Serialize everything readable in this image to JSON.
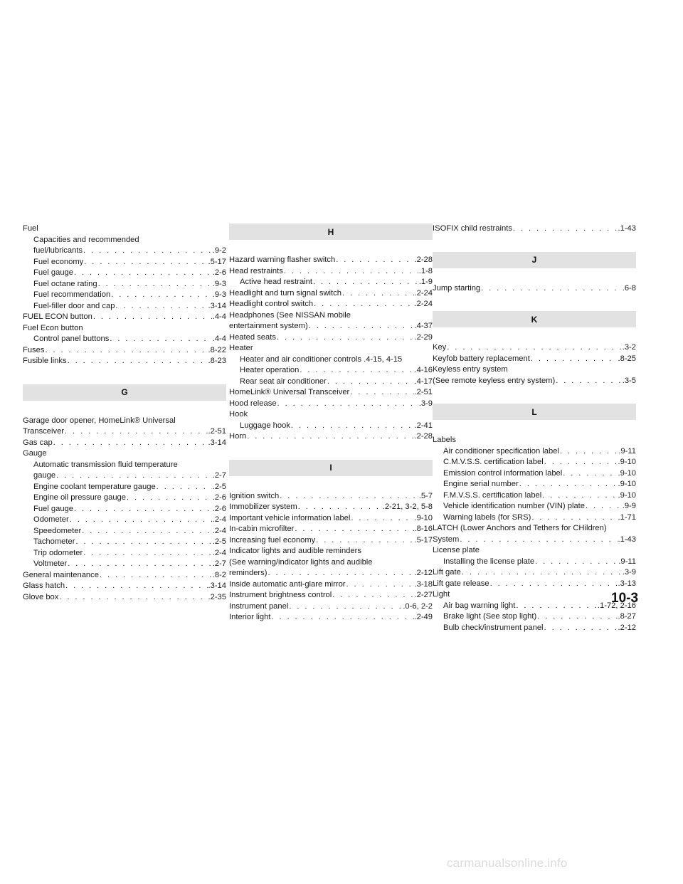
{
  "columns": [
    [
      {
        "type": "entry",
        "level": 1,
        "text": "Fuel",
        "page": ""
      },
      {
        "type": "entry",
        "level": 2,
        "text": "Capacities and recommended",
        "page": ""
      },
      {
        "type": "entry",
        "level": 2,
        "text": "fuel/lubricants",
        "page": ".9-2"
      },
      {
        "type": "entry",
        "level": 2,
        "text": "Fuel economy",
        "page": ".5-17"
      },
      {
        "type": "entry",
        "level": 2,
        "text": "Fuel gauge",
        "page": ".2-6"
      },
      {
        "type": "entry",
        "level": 2,
        "text": "Fuel octane rating",
        "page": ".9-3"
      },
      {
        "type": "entry",
        "level": 2,
        "text": "Fuel recommendation",
        "page": ".9-3"
      },
      {
        "type": "entry",
        "level": 2,
        "text": "Fuel-filler door and cap",
        "page": ".3-14"
      },
      {
        "type": "entry",
        "level": 1,
        "text": "FUEL ECON button",
        "page": ".4-4"
      },
      {
        "type": "entry",
        "level": 1,
        "text": "Fuel Econ button",
        "page": ""
      },
      {
        "type": "entry",
        "level": 2,
        "text": "Control panel buttons",
        "page": ".4-4"
      },
      {
        "type": "entry",
        "level": 1,
        "text": "Fuses",
        "page": ".8-22"
      },
      {
        "type": "entry",
        "level": 1,
        "text": "Fusible links",
        "page": ".8-23"
      },
      {
        "type": "letter",
        "text": "G"
      },
      {
        "type": "entry",
        "level": 1,
        "text": "Garage door opener, HomeLink® Universal",
        "page": ""
      },
      {
        "type": "entry",
        "level": 1,
        "text": "Transceiver",
        "page": ".2-51"
      },
      {
        "type": "entry",
        "level": 1,
        "text": "Gas cap",
        "page": ".3-14"
      },
      {
        "type": "entry",
        "level": 1,
        "text": "Gauge",
        "page": ""
      },
      {
        "type": "entry",
        "level": 2,
        "text": "Automatic transmission fluid temperature",
        "page": ""
      },
      {
        "type": "entry",
        "level": 2,
        "text": "gauge",
        "page": ".2-7"
      },
      {
        "type": "entry",
        "level": 2,
        "text": "Engine coolant temperature gauge",
        "page": ".2-5"
      },
      {
        "type": "entry",
        "level": 2,
        "text": "Engine oil pressure gauge",
        "page": ".2-6"
      },
      {
        "type": "entry",
        "level": 2,
        "text": "Fuel gauge",
        "page": ".2-6"
      },
      {
        "type": "entry",
        "level": 2,
        "text": "Odometer",
        "page": ".2-4"
      },
      {
        "type": "entry",
        "level": 2,
        "text": "Speedometer",
        "page": ".2-4"
      },
      {
        "type": "entry",
        "level": 2,
        "text": "Tachometer",
        "page": ".2-5"
      },
      {
        "type": "entry",
        "level": 2,
        "text": "Trip odometer",
        "page": ".2-4"
      },
      {
        "type": "entry",
        "level": 2,
        "text": "Voltmeter",
        "page": ".2-7"
      },
      {
        "type": "entry",
        "level": 1,
        "text": "General maintenance",
        "page": ".8-2"
      },
      {
        "type": "entry",
        "level": 1,
        "text": "Glass hatch",
        "page": ".3-14"
      },
      {
        "type": "entry",
        "level": 1,
        "text": "Glove box",
        "page": ".2-35"
      }
    ],
    [
      {
        "type": "letter",
        "text": "H",
        "first": true
      },
      {
        "type": "entry",
        "level": 1,
        "text": "Hazard warning flasher switch",
        "page": ".2-28"
      },
      {
        "type": "entry",
        "level": 1,
        "text": "Head restraints",
        "page": ".1-8"
      },
      {
        "type": "entry",
        "level": 2,
        "text": "Active head restraint",
        "page": ".1-9"
      },
      {
        "type": "entry",
        "level": 1,
        "text": "Headlight and turn signal switch",
        "page": ".2-24"
      },
      {
        "type": "entry",
        "level": 1,
        "text": "Headlight control switch",
        "page": ".2-24"
      },
      {
        "type": "entry",
        "level": 1,
        "text": "Headphones (See NISSAN mobile",
        "page": ""
      },
      {
        "type": "entry",
        "level": 1,
        "text": "entertainment system)",
        "page": ".4-37"
      },
      {
        "type": "entry",
        "level": 1,
        "text": "Heated seats",
        "page": ".2-29"
      },
      {
        "type": "entry",
        "level": 1,
        "text": "Heater",
        "page": ""
      },
      {
        "type": "entry",
        "level": 2,
        "text": "Heater and air conditioner controls .4-15, 4-15",
        "page": ""
      },
      {
        "type": "entry",
        "level": 2,
        "text": "Heater operation",
        "page": ".4-16"
      },
      {
        "type": "entry",
        "level": 2,
        "text": "Rear seat air conditioner",
        "page": ".4-17"
      },
      {
        "type": "entry",
        "level": 1,
        "text": "HomeLink® Universal Transceiver",
        "page": ".2-51"
      },
      {
        "type": "entry",
        "level": 1,
        "text": "Hood release",
        "page": ".3-9"
      },
      {
        "type": "entry",
        "level": 1,
        "text": "Hook",
        "page": ""
      },
      {
        "type": "entry",
        "level": 2,
        "text": "Luggage hook",
        "page": ".2-41"
      },
      {
        "type": "entry",
        "level": 1,
        "text": "Horn",
        "page": ".2-28"
      },
      {
        "type": "letter",
        "text": "I"
      },
      {
        "type": "entry",
        "level": 1,
        "text": "Ignition switch",
        "page": ".5-7"
      },
      {
        "type": "entry",
        "level": 1,
        "text": "Immobilizer system",
        "page": ".2-21, 3-2, 5-8"
      },
      {
        "type": "entry",
        "level": 1,
        "text": "Important vehicle information label",
        "page": ".9-10"
      },
      {
        "type": "entry",
        "level": 1,
        "text": "In-cabin microfilter",
        "page": ".8-16"
      },
      {
        "type": "entry",
        "level": 1,
        "text": "Increasing fuel economy",
        "page": ".5-17"
      },
      {
        "type": "entry",
        "level": 1,
        "text": "Indicator lights and audible reminders",
        "page": ""
      },
      {
        "type": "entry",
        "level": 1,
        "text": "(See warning/indicator lights and audible",
        "page": ""
      },
      {
        "type": "entry",
        "level": 1,
        "text": "reminders)",
        "page": ".2-12"
      },
      {
        "type": "entry",
        "level": 1,
        "text": "Inside automatic anti-glare mirror",
        "page": ".3-18"
      },
      {
        "type": "entry",
        "level": 1,
        "text": "Instrument brightness control",
        "page": ".2-27"
      },
      {
        "type": "entry",
        "level": 1,
        "text": "Instrument panel",
        "page": ".0-6, 2-2"
      },
      {
        "type": "entry",
        "level": 1,
        "text": "Interior light",
        "page": ".2-49"
      }
    ],
    [
      {
        "type": "entry",
        "level": 1,
        "text": "ISOFIX child restraints",
        "page": ".1-43"
      },
      {
        "type": "letter",
        "text": "J"
      },
      {
        "type": "entry",
        "level": 1,
        "text": "Jump starting",
        "page": ".6-8"
      },
      {
        "type": "letter",
        "text": "K"
      },
      {
        "type": "entry",
        "level": 1,
        "text": "Key",
        "page": ".3-2"
      },
      {
        "type": "entry",
        "level": 1,
        "text": "Keyfob battery replacement",
        "page": ".8-25"
      },
      {
        "type": "entry",
        "level": 1,
        "text": "Keyless entry system",
        "page": ""
      },
      {
        "type": "entry",
        "level": 1,
        "text": "(See remote keyless entry system)",
        "page": ".3-5"
      },
      {
        "type": "letter",
        "text": "L"
      },
      {
        "type": "entry",
        "level": 1,
        "text": "Labels",
        "page": ""
      },
      {
        "type": "entry",
        "level": 2,
        "text": "Air conditioner specification label",
        "page": ".9-11"
      },
      {
        "type": "entry",
        "level": 2,
        "text": "C.M.V.S.S. certification label",
        "page": ".9-10"
      },
      {
        "type": "entry",
        "level": 2,
        "text": "Emission control information label",
        "page": ".9-10"
      },
      {
        "type": "entry",
        "level": 2,
        "text": "Engine serial number",
        "page": ".9-10"
      },
      {
        "type": "entry",
        "level": 2,
        "text": "F.M.V.S.S. certification label",
        "page": ".9-10"
      },
      {
        "type": "entry",
        "level": 2,
        "text": "Vehicle identification number (VIN) plate",
        "page": ".9-9"
      },
      {
        "type": "entry",
        "level": 2,
        "text": "Warning labels (for SRS)",
        "page": ".1-71"
      },
      {
        "type": "entry",
        "level": 1,
        "text": "LATCH (Lower Anchors and Tethers for CHildren)",
        "page": ""
      },
      {
        "type": "entry",
        "level": 1,
        "text": "System",
        "page": ".1-43"
      },
      {
        "type": "entry",
        "level": 1,
        "text": "License plate",
        "page": ""
      },
      {
        "type": "entry",
        "level": 2,
        "text": "Installing the license plate",
        "page": ".9-11"
      },
      {
        "type": "entry",
        "level": 1,
        "text": "Lift gate",
        "page": ".3-9"
      },
      {
        "type": "entry",
        "level": 1,
        "text": "Lift gate release",
        "page": ".3-13"
      },
      {
        "type": "entry",
        "level": 1,
        "text": "Light",
        "page": ""
      },
      {
        "type": "entry",
        "level": 2,
        "text": "Air bag warning light",
        "page": ".1-72, 2-16"
      },
      {
        "type": "entry",
        "level": 2,
        "text": "Brake light (See stop light)",
        "page": ".8-27"
      },
      {
        "type": "entry",
        "level": 2,
        "text": "Bulb check/instrument panel",
        "page": ".2-12"
      }
    ]
  ],
  "page_number": "10-3",
  "watermark": "carmanualsonline.info"
}
